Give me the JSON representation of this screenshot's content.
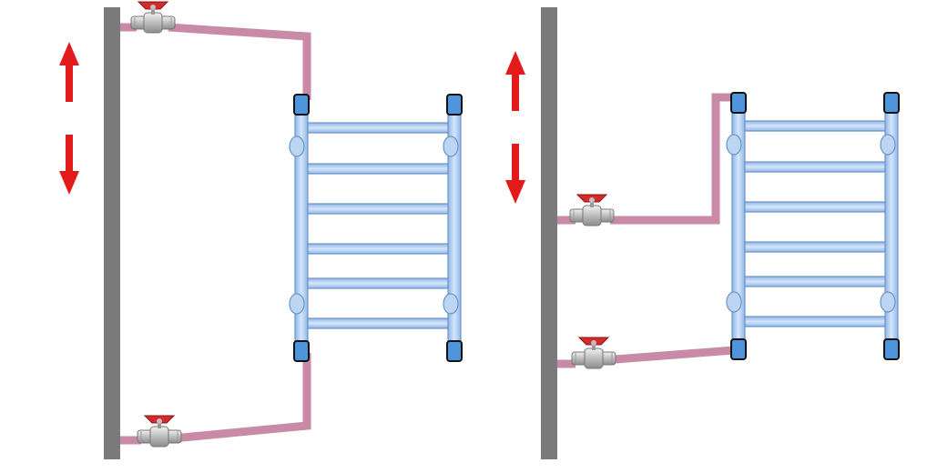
{
  "colors": {
    "background": "#ffffff",
    "wall": "#7a7a7a",
    "pipe": "#c98aa8",
    "rail_fill": "#a9c8ee",
    "rail_stroke": "#6b94c8",
    "cap_fill": "#4f95dc",
    "cap_stroke": "#111111",
    "arrow": "#e41b1b",
    "valve_handle": "#d42a2a",
    "valve_body": "#c9c9c9"
  },
  "diagrams": [
    {
      "variant": "top-and-bottom-connection",
      "crossbars": 6,
      "valves": 2,
      "movement_arrows": "vertical"
    },
    {
      "variant": "side-connection",
      "crossbars": 6,
      "valves": 2,
      "movement_arrows": "vertical"
    }
  ],
  "icons": {
    "movement": "double-vertical-arrow-icon",
    "valve": "ball-valve-icon",
    "fitting": "connector-cap-icon"
  }
}
